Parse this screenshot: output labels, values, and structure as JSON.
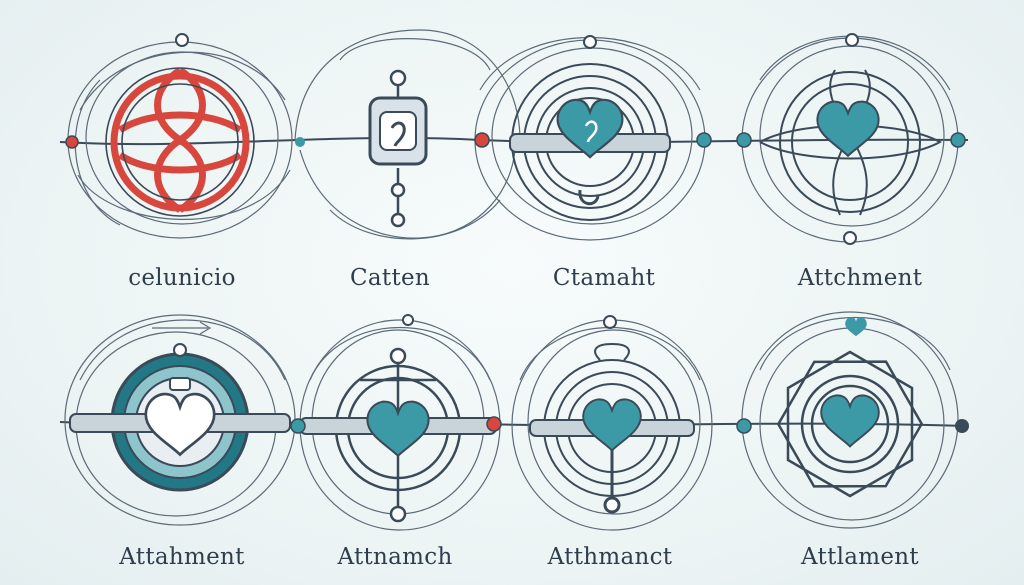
{
  "labels": {
    "top": [
      "celunicio",
      "Catten",
      "Ctamaht",
      "Attchment"
    ],
    "bottom": [
      "Attahment",
      "Attnamch",
      "Atthmanct",
      "Attlament"
    ]
  },
  "colors": {
    "ink": "#3a4a58",
    "thin_line": "#5c6b78",
    "red": "#d8473e",
    "teal": "#3b9aa6",
    "teal_dark": "#237885",
    "steel": "#c9d3da",
    "background": "#eef5f5"
  },
  "icons": [
    "red-celtic-knot-icon",
    "padlock-icon",
    "heart-ring-icon",
    "heart-knot-icon",
    "heart-shield-icon",
    "heart-chain-icon",
    "heart-ring-lock-icon",
    "heart-knot-star-icon"
  ]
}
